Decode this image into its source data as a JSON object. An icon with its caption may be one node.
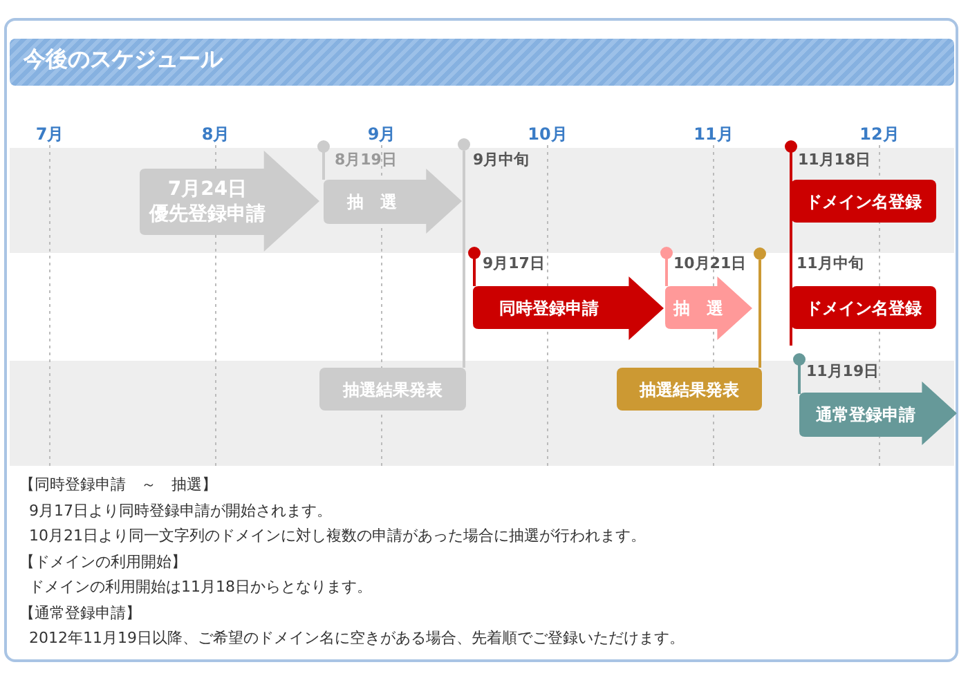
{
  "diagram": {
    "title": "今後のスケジュール",
    "nodes": [
      {
        "text": [
          "7月24日",
          "優先登録申請"
        ]
      },
      {
        "text": [
          "抽　選"
        ],
        "beside": [
          "8月19日"
        ]
      },
      {
        "text": [
          "抽選結果発表"
        ]
      },
      {
        "text": [
          "ドメイン名登録"
        ],
        "beside": [
          "11月18日"
        ]
      },
      {
        "text": [
          "同時登録申請"
        ],
        "beside": [
          "9月17日"
        ]
      },
      {
        "text": [
          "抽　選"
        ],
        "beside": [
          "10月21日"
        ]
      },
      {
        "text": [
          "抽選結果発表"
        ]
      },
      {
        "text": [
          "ドメイン名登録"
        ]
      },
      {
        "text": [
          "通常登録申請"
        ],
        "beside": [
          "11月19日"
        ]
      },
      {
        "text": [
          "9月中旬"
        ]
      },
      {
        "text": [
          "11月中旬"
        ]
      }
    ],
    "edges": [
      {
        "from": 9,
        "to": 2,
        "arrow": "none",
        "color": "#cccccc"
      },
      {
        "from": 10,
        "to": 6,
        "arrow": "none",
        "color": "#cc9933"
      }
    ],
    "labels": [
      "7月",
      "8月",
      "9月",
      "10月",
      "11月",
      "12月",
      "【同時登録申請　～　抽選】",
      "9月17日より同時登録申請が開始されます。",
      "10月21日より同一文字列のドメインに対し複数の申請があった場合に抽選が行われます。",
      "【ドメインの利用開始】",
      "ドメインの利用開始は11月18日からとなります。",
      "【通常登録申請】",
      "2012年11月19日以降、ご希望のドメイン名に空きがある場合、先着順でご登録いただけます。"
    ]
  }
}
